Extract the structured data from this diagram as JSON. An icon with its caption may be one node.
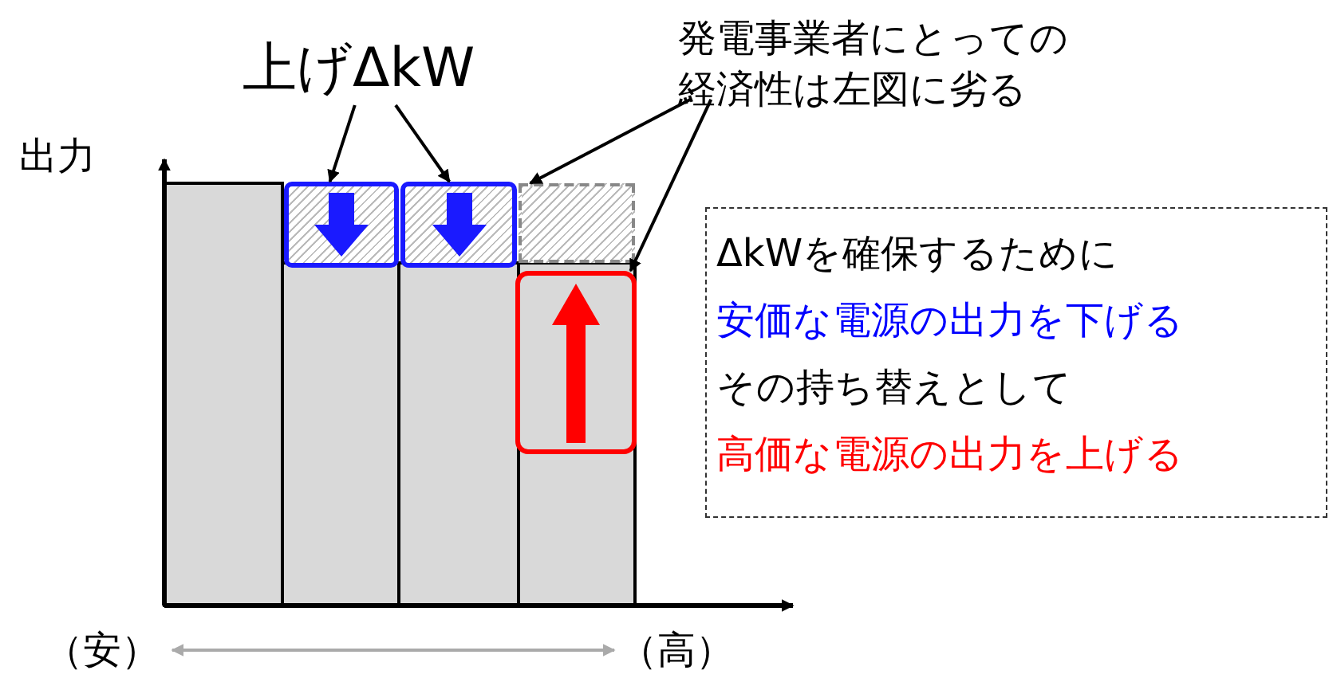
{
  "diagram": {
    "nodes": [
      {
        "text": [
          "上げΔkW"
        ]
      },
      {
        "text": [],
        "shape": "box"
      },
      {
        "text": [],
        "shape": "box"
      },
      {
        "text": [
          "発電事業者にとっての経済性は左図に劣る"
        ]
      },
      {
        "text": [],
        "shape": "box"
      },
      {
        "text": [],
        "shape": "box"
      },
      {
        "text": [
          "ΔkWを確保するために",
          "安価な電源の出力を下げる",
          "その持ち替えとして",
          "高価な電源の出力を上げる"
        ]
      }
    ],
    "edges": [
      {
        "from": 0,
        "to": 1,
        "arrow": "to"
      },
      {
        "from": 0,
        "to": 2,
        "arrow": "to"
      },
      {
        "from": 3,
        "to": 4,
        "arrow": "to"
      },
      {
        "from": 3,
        "to": 5,
        "arrow": "to"
      }
    ],
    "labels": [
      "出力",
      "（安）",
      "（高）"
    ]
  }
}
